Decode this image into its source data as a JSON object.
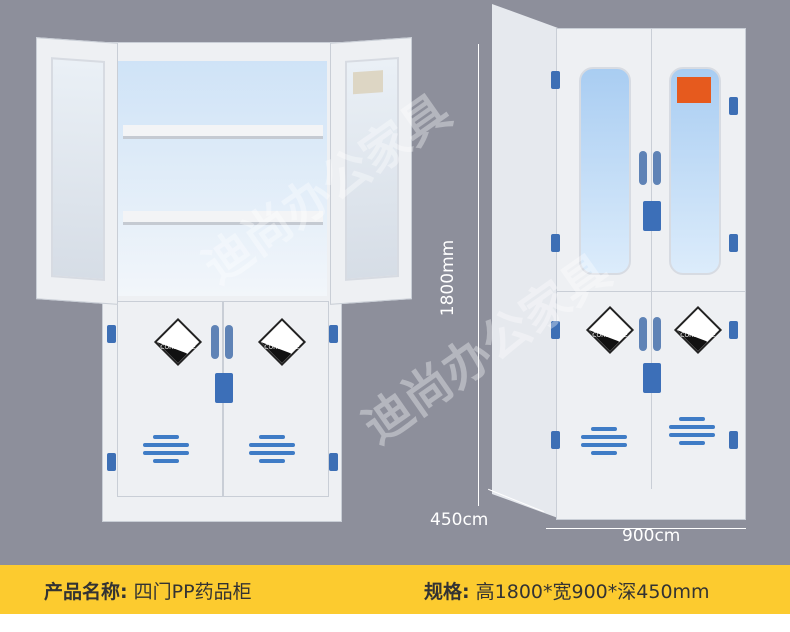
{
  "watermark": "迪尚办公家具",
  "hazard_label": "CORROSIVE",
  "dimensions": {
    "height": "1800mm",
    "depth": "450cm",
    "width": "900cm"
  },
  "product": {
    "name_label": "产品名称:",
    "name_value": "四门PP药品柜",
    "spec_label": "规格:",
    "spec_value": "高1800*宽900*深450mm"
  },
  "colors": {
    "background": "#8d8f9b",
    "banner": "#fccb2f",
    "accent": "#3d6fb5"
  }
}
